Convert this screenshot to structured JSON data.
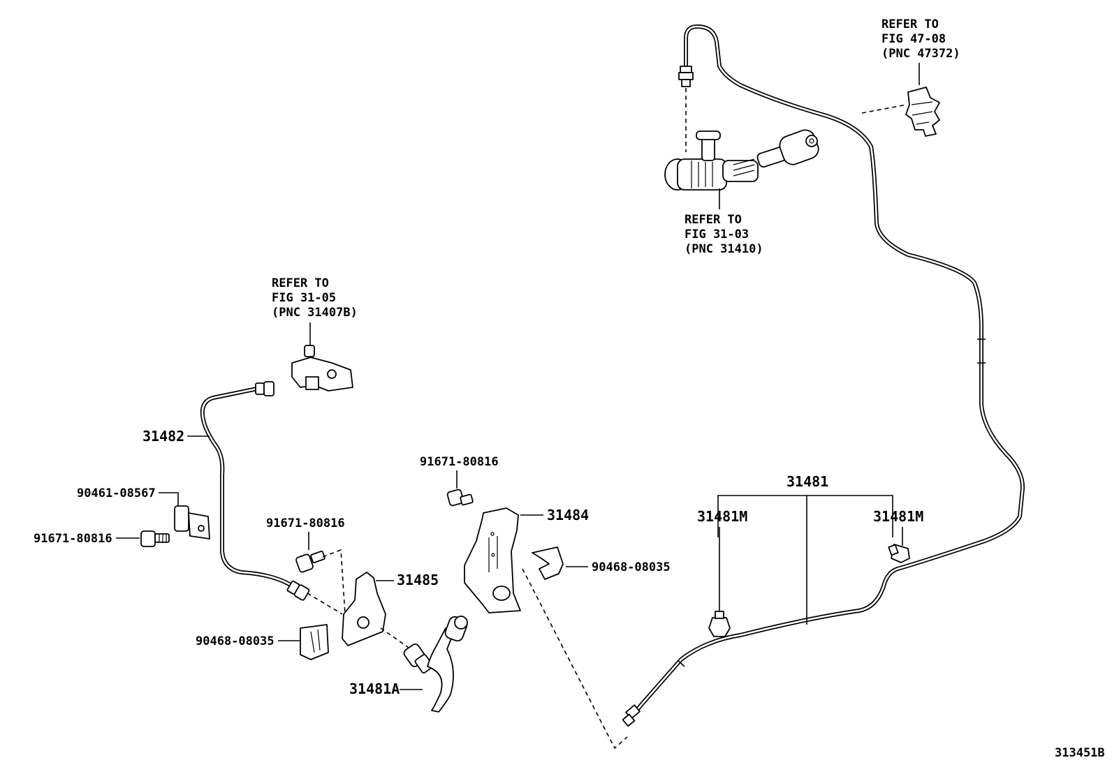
{
  "refs": {
    "fig47": {
      "line1": "REFER TO",
      "line2": "FIG 47-08",
      "line3": "(PNC 47372)"
    },
    "fig3103": {
      "line1": "REFER TO",
      "line2": "FIG 31-03",
      "line3": "(PNC 31410)"
    },
    "fig3105": {
      "line1": "REFER TO",
      "line2": "FIG 31-05",
      "line3": "(PNC 31407B)"
    }
  },
  "parts": {
    "p31482": "31482",
    "p90461": "90461-08567",
    "p91671_a": "91671-80816",
    "p91671_b": "91671-80816",
    "p91671_c": "91671-80816",
    "p31485": "31485",
    "p90468_a": "90468-08035",
    "p90468_b": "90468-08035",
    "p31481A": "31481A",
    "p31484": "31484",
    "p31481": "31481",
    "p31481M_a": "31481M",
    "p31481M_b": "31481M"
  },
  "diagram_id": "313451B"
}
